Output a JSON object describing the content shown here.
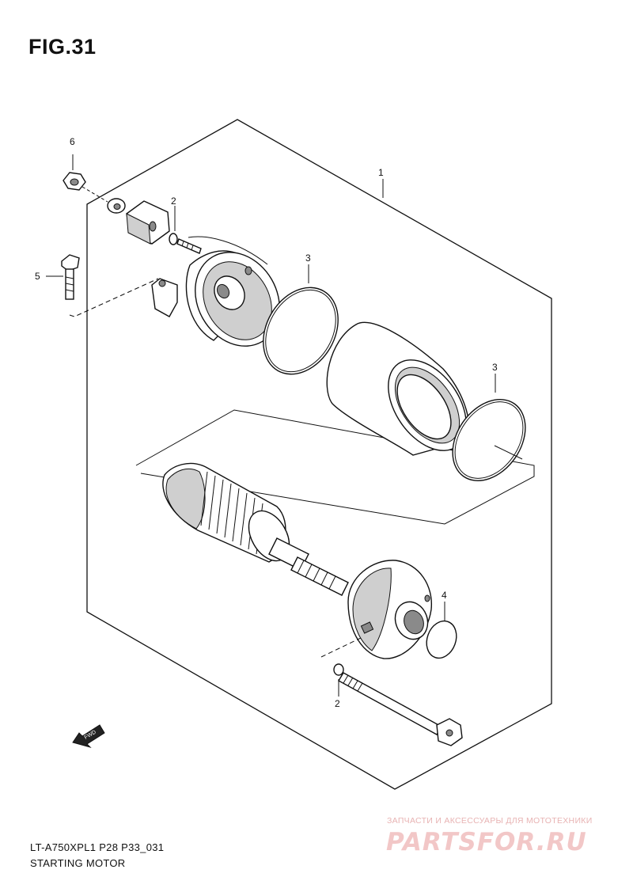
{
  "figure": {
    "title": "FIG.31"
  },
  "callouts": [
    {
      "id": "c1",
      "label": "1"
    },
    {
      "id": "c2a",
      "label": "2"
    },
    {
      "id": "c2b",
      "label": "2"
    },
    {
      "id": "c3a",
      "label": "3"
    },
    {
      "id": "c3b",
      "label": "3"
    },
    {
      "id": "c4",
      "label": "4"
    },
    {
      "id": "c5",
      "label": "5"
    },
    {
      "id": "c6",
      "label": "6"
    }
  ],
  "fwd_label": "FWD",
  "footer": {
    "code": "LT-A750XPL1 P28 P33_031",
    "name": "STARTING MOTOR"
  },
  "watermark": {
    "tagline": "ЗАПЧАСТИ И АКСЕССУАРЫ ДЛЯ МОТОТЕХНИКИ",
    "logo": "PARTSFOR.RU"
  }
}
